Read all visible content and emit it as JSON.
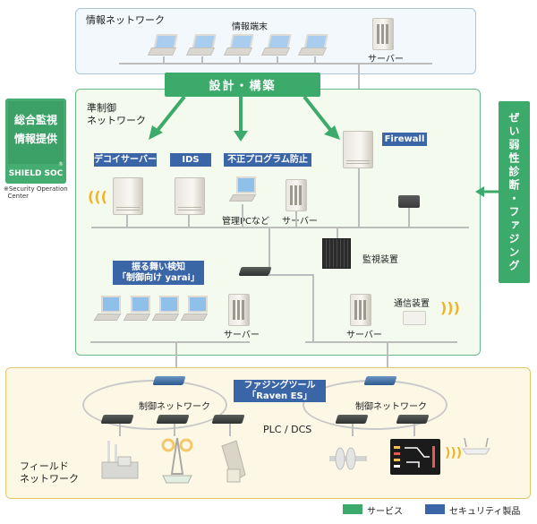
{
  "zones": {
    "info_network": {
      "label": "情報ネットワーク",
      "terminals_label": "情報端末",
      "server_label": "サーバー"
    },
    "semi_control": {
      "label": "準制御\nネットワーク"
    },
    "field_network": {
      "label": "フィールド\nネットワーク"
    }
  },
  "services": {
    "design_build": "設計・構築",
    "soc_main": "総合監視\n情報提供",
    "soc_brand": "SHIELD SOC",
    "soc_mark": "®",
    "soc_note": "※Security Operation\n  Center",
    "vuln_fuzzing": "ぜい弱性診断・ファジング"
  },
  "security_products": {
    "decoy_server": "デコイサーバー",
    "ids": "IDS",
    "malware_prevention": "不正プログラム防止",
    "firewall": "Firewall",
    "behavior_detection": "振る舞い検知\n「制御向け yarai」",
    "fuzzing_tool": "ファジングツール\n「Raven ES」"
  },
  "devices": {
    "admin_pc": "管理PCなど",
    "server": "サーバー",
    "monitor_device": "監視装置",
    "comm_device": "通信装置",
    "control_network": "制御ネットワーク",
    "plc_dcs": "PLC / DCS"
  },
  "legend": [
    {
      "label": "サービス",
      "color": "#3caa6b"
    },
    {
      "label": "セキュリティ製品",
      "color": "#3a66a8"
    }
  ]
}
